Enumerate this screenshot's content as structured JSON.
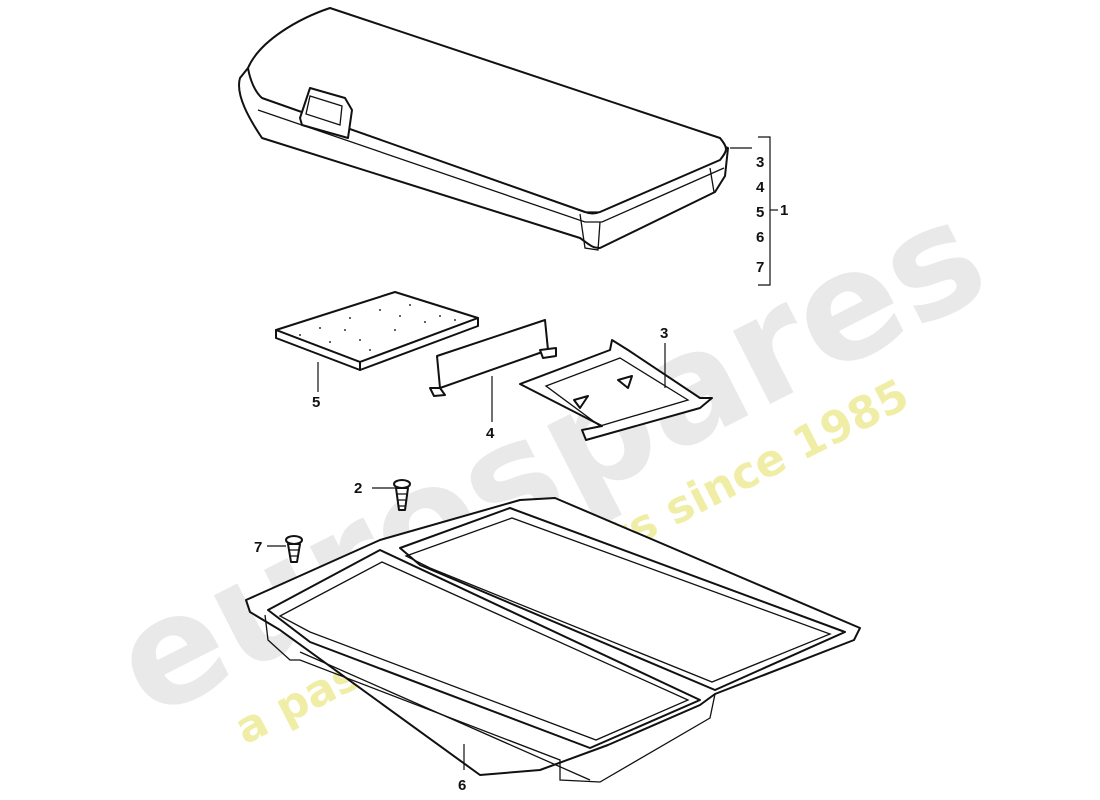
{
  "watermark": {
    "brand": "eurospares",
    "tagline": "a passion for parts since 1985",
    "brand_color": "#e9e9e9",
    "tagline_color": "#f0eea6"
  },
  "callouts": {
    "group_list": [
      "3",
      "4",
      "5",
      "6",
      "7"
    ],
    "group_total": "1",
    "lid_pad": "5",
    "lid_strip": "4",
    "lid_bracket": "3",
    "screw_large": "2",
    "screw_small": "7",
    "tray": "6"
  },
  "colors": {
    "line": "#111111",
    "background": "#ffffff"
  }
}
